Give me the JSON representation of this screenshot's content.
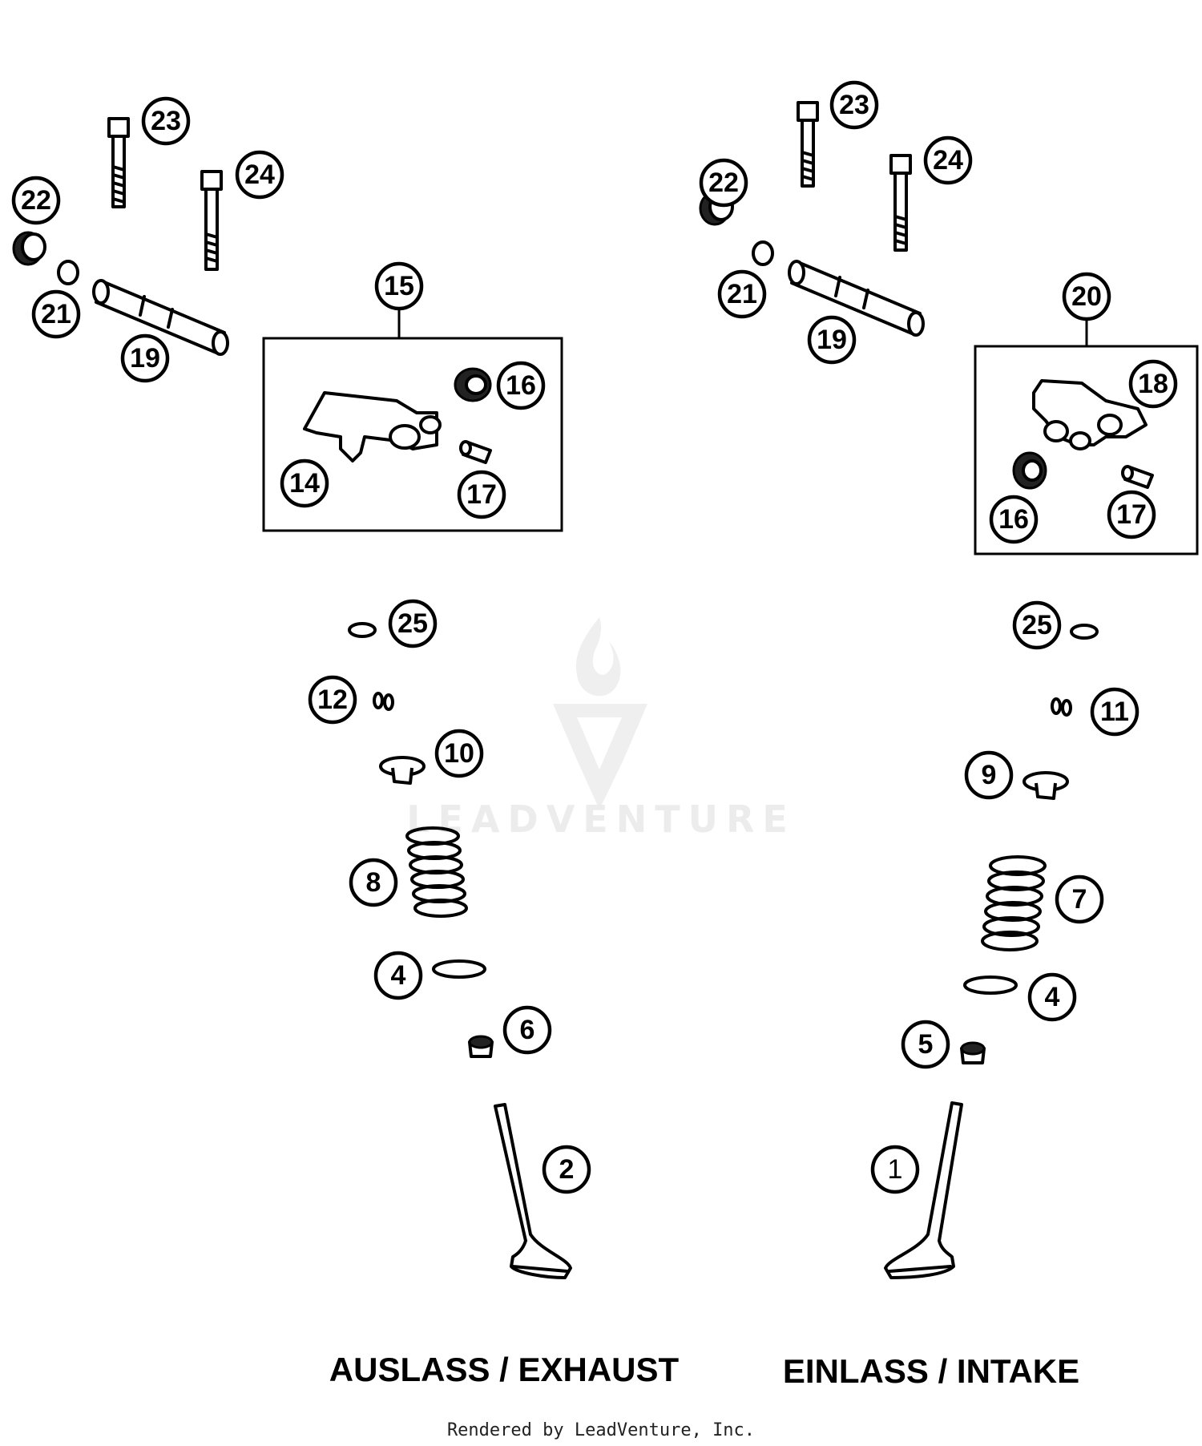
{
  "callouts": [
    {
      "id": "1",
      "label": "1"
    },
    {
      "id": "2",
      "label": "2"
    },
    {
      "id": "4",
      "label": "4"
    },
    {
      "id": "5",
      "label": "5"
    },
    {
      "id": "6",
      "label": "6"
    },
    {
      "id": "7",
      "label": "7"
    },
    {
      "id": "8",
      "label": "8"
    },
    {
      "id": "9",
      "label": "9"
    },
    {
      "id": "10",
      "label": "10"
    },
    {
      "id": "11",
      "label": "11"
    },
    {
      "id": "12",
      "label": "12"
    },
    {
      "id": "14",
      "label": "14"
    },
    {
      "id": "15",
      "label": "15"
    },
    {
      "id": "16",
      "label": "16"
    },
    {
      "id": "17",
      "label": "17"
    },
    {
      "id": "18",
      "label": "18"
    },
    {
      "id": "19",
      "label": "19"
    },
    {
      "id": "20",
      "label": "20"
    },
    {
      "id": "21",
      "label": "21"
    },
    {
      "id": "22",
      "label": "22"
    },
    {
      "id": "23",
      "label": "23"
    },
    {
      "id": "24",
      "label": "24"
    },
    {
      "id": "25",
      "label": "25"
    }
  ],
  "sections": {
    "exhaust_label": "AUSLASS / EXHAUST",
    "intake_label": "EINLASS / INTAKE"
  },
  "watermark": "LEADVENTURE",
  "footer": "Rendered by LeadVenture, Inc."
}
